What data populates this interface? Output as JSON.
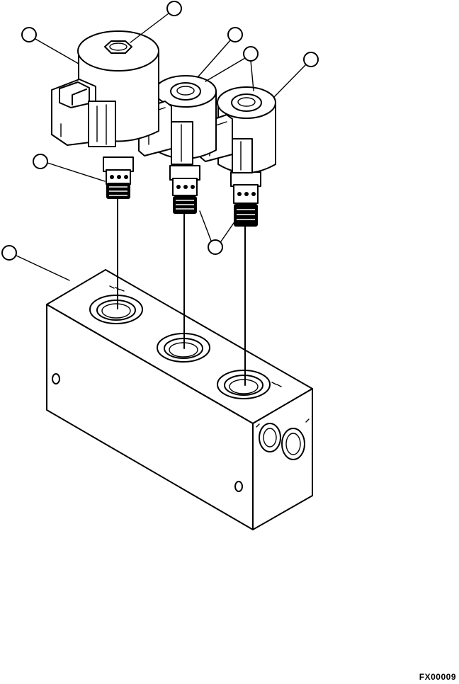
{
  "figure": {
    "code": "FX00009",
    "callout_count": 8,
    "parts": [
      "valve-block",
      "large-solenoid-coil",
      "middle-solenoid-coil",
      "right-solenoid-coil",
      "cartridge-valve-left",
      "cartridge-valve-middle",
      "cartridge-valve-right"
    ]
  }
}
